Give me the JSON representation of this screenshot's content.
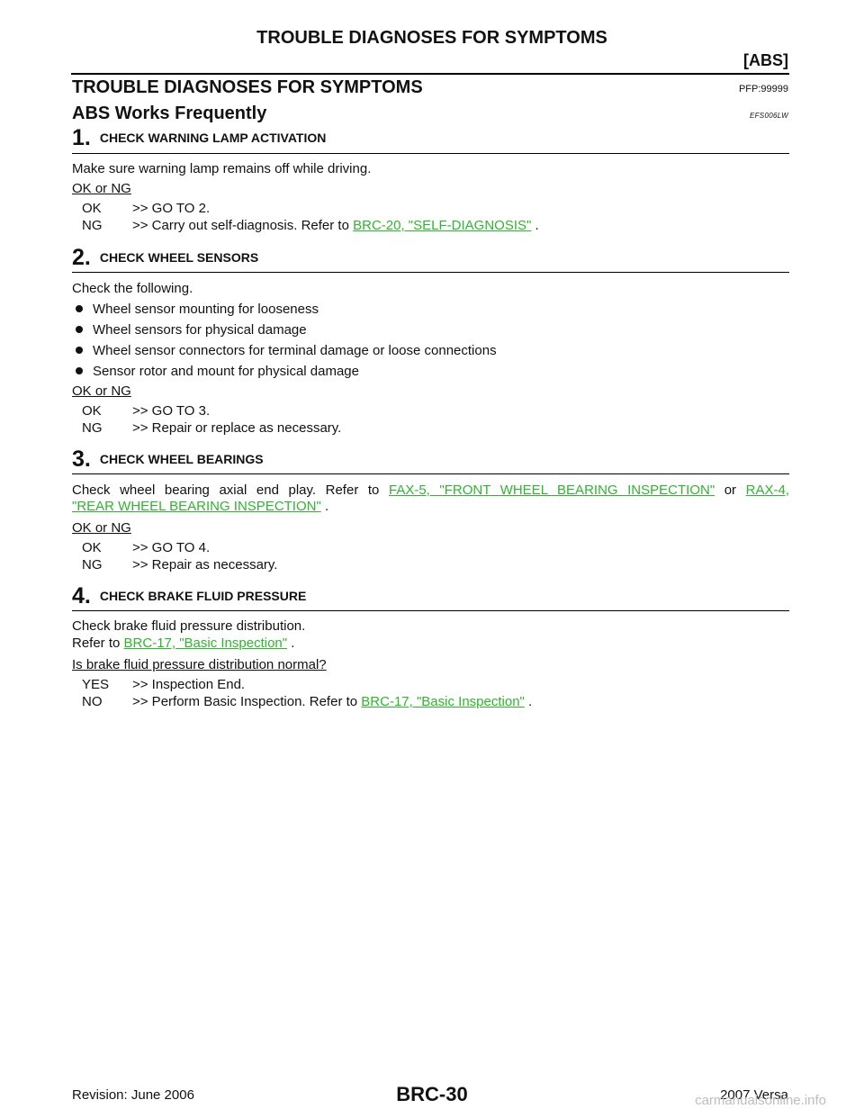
{
  "header": {
    "title": "TROUBLE DIAGNOSES FOR SYMPTOMS",
    "section": "[ABS]"
  },
  "main_title": "TROUBLE DIAGNOSES FOR SYMPTOMS",
  "pfp": "PFP:99999",
  "subtitle": "ABS Works Frequently",
  "code": "EFS006LW",
  "step1": {
    "num": "1.",
    "title": "CHECK WARNING LAMP ACTIVATION",
    "text": "Make sure warning lamp remains off while driving.",
    "q": "OK or NG",
    "ok_k": "OK",
    "ok_v": ">> GO TO 2.",
    "ng_k": "NG",
    "ng_v": ">> Carry out self-diagnosis. Refer to",
    "ng_link": "BRC-20, \"SELF-DIAGNOSIS\"",
    "ng_tail": " ."
  },
  "step2": {
    "num": "2.",
    "title": "CHECK WHEEL SENSORS",
    "text": "Check the following.",
    "bullets": [
      "Wheel sensor mounting for looseness",
      "Wheel sensors for physical damage",
      "Wheel sensor connectors for terminal damage or loose connections",
      "Sensor rotor and mount for physical damage"
    ],
    "q": "OK or NG",
    "ok_k": "OK",
    "ok_v": ">> GO TO 3.",
    "ng_k": "NG",
    "ng_v": ">> Repair or replace as necessary."
  },
  "step3": {
    "num": "3.",
    "title": "CHECK WHEEL BEARINGS",
    "text_a": "Check wheel bearing axial end play. Refer to",
    "link1": "FAX-5, \"FRONT WHEEL BEARING INSPECTION\"",
    "or": "or",
    "link2a": "RAX-4,",
    "link2b": "\"REAR WHEEL BEARING INSPECTION\"",
    "tail": " .",
    "q": "OK or NG",
    "ok_k": "OK",
    "ok_v": ">> GO TO 4.",
    "ng_k": "NG",
    "ng_v": ">> Repair as necessary."
  },
  "step4": {
    "num": "4.",
    "title": "CHECK BRAKE FLUID PRESSURE",
    "text1": "Check brake fluid pressure distribution.",
    "text2": "Refer to",
    "link": "BRC-17, \"Basic Inspection\"",
    "tail": " .",
    "q": "Is brake fluid pressure distribution normal?",
    "yes_k": "YES",
    "yes_v": ">> Inspection End.",
    "no_k": "NO",
    "no_v": ">> Perform Basic Inspection. Refer to",
    "no_link": "BRC-17, \"Basic Inspection\"",
    "no_tail": " ."
  },
  "footer": {
    "revision": "Revision: June 2006",
    "page": "BRC-30",
    "model": "2007 Versa",
    "watermark": "carmanualsonline.info"
  }
}
